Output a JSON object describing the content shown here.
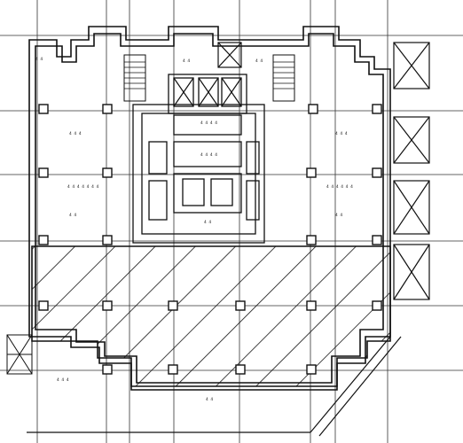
{
  "plan": {
    "ink_color": "#111111",
    "paper_color": "#ffffff",
    "hatch_color": "#111111",
    "labels": [
      {
        "id": "room-label-top-left-1",
        "text": "4 4"
      },
      {
        "id": "room-label-west-office",
        "text": "4 4 4"
      },
      {
        "id": "room-label-west-office-2",
        "text": "4 4"
      },
      {
        "id": "room-label-east-office",
        "text": "4 4 4"
      },
      {
        "id": "room-label-east-office-2",
        "text": "4 4"
      },
      {
        "id": "room-label-core-corridor",
        "text": "4 4 4 4"
      },
      {
        "id": "room-label-core-lobby",
        "text": "4 4  4 4"
      },
      {
        "id": "room-label-core-bottom",
        "text": "4 4"
      },
      {
        "id": "room-label-west-note",
        "text": "4 4 4 4 4 4 4"
      },
      {
        "id": "room-label-east-note",
        "text": "4 4 4 4 4 4"
      },
      {
        "id": "room-label-elevator-1",
        "text": "4 4"
      },
      {
        "id": "room-label-elevator-2",
        "text": "4 4"
      },
      {
        "id": "room-label-bottom-left",
        "text": "4 4 4"
      },
      {
        "id": "room-label-bottom-center",
        "text": "4 4"
      }
    ]
  }
}
